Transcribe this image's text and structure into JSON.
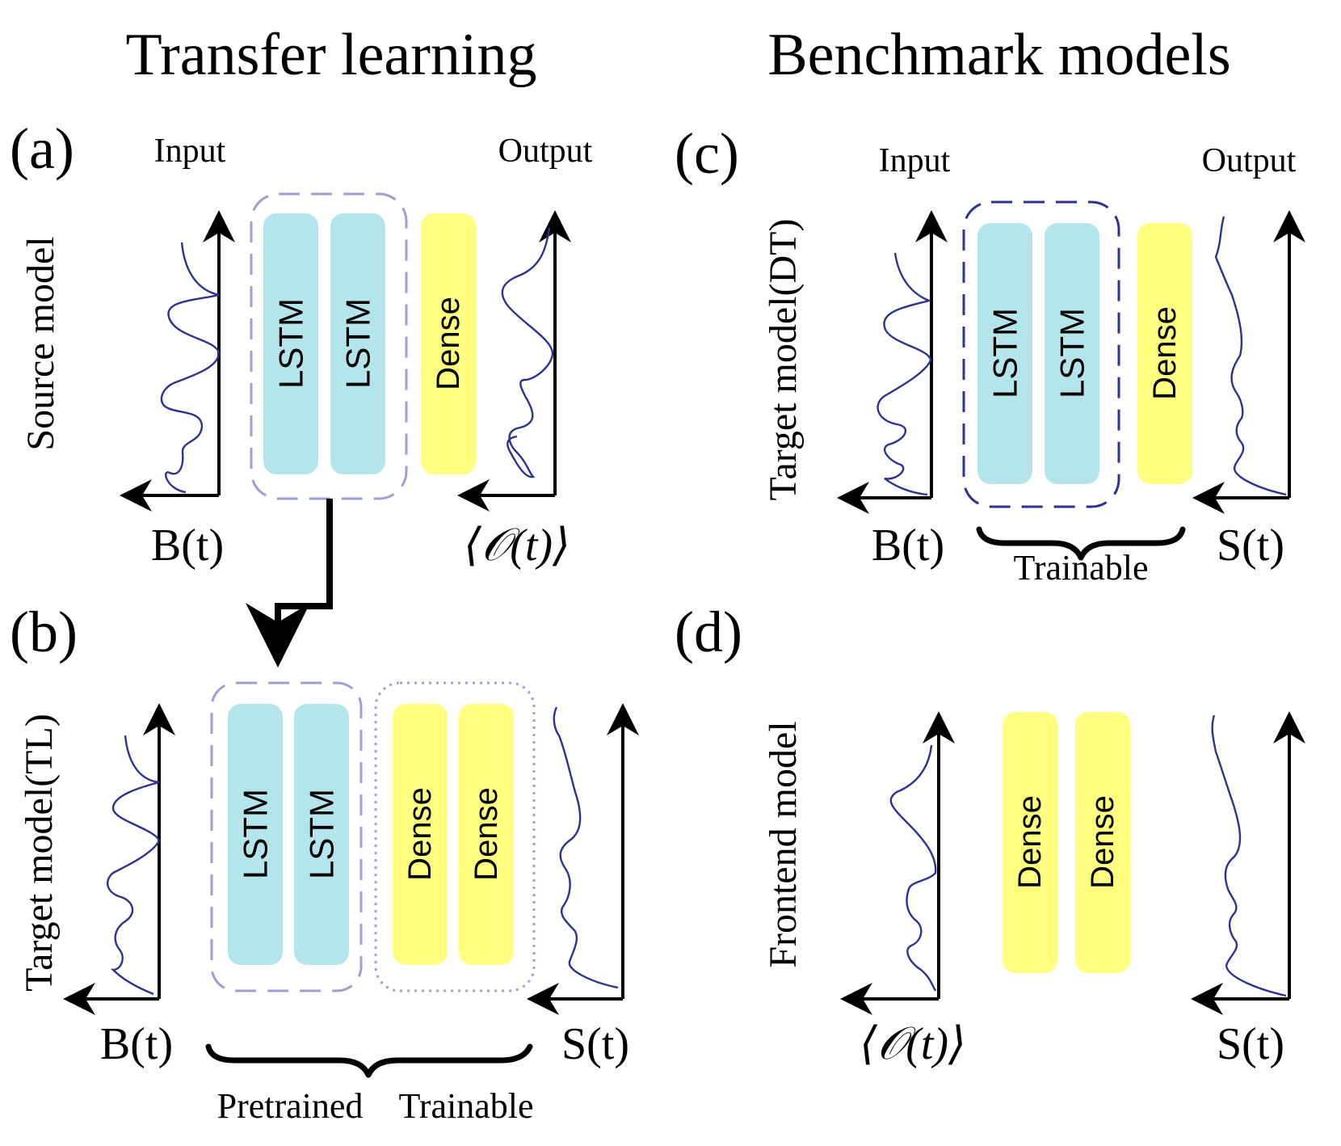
{
  "headers": {
    "left": "Transfer learning",
    "right": "Benchmark models"
  },
  "panels": {
    "a": {
      "tag": "(a)",
      "side_label": "Source model",
      "input_title": "Input",
      "output_title": "Output",
      "input_axis_label": "B(t)",
      "output_axis_label": "⟨𝒪(t)⟩",
      "blocks": [
        "LSTM",
        "LSTM",
        "Dense"
      ]
    },
    "b": {
      "tag": "(b)",
      "side_label": "Target model(TL)",
      "input_axis_label": "B(t)",
      "output_axis_label": "S(t)",
      "blocks": [
        "LSTM",
        "LSTM",
        "Dense",
        "Dense"
      ],
      "brace_labels": [
        "Pretrained",
        "Trainable"
      ]
    },
    "c": {
      "tag": "(c)",
      "side_label": "Target model(DT)",
      "input_title": "Input",
      "output_title": "Output",
      "input_axis_label": "B(t)",
      "output_axis_label": "S(t)",
      "blocks": [
        "LSTM",
        "LSTM",
        "Dense"
      ],
      "brace_label": "Trainable"
    },
    "d": {
      "tag": "(d)",
      "side_label": "Frontend model",
      "input_axis_label": "⟨𝒪(t)⟩",
      "output_axis_label": "S(t)",
      "blocks": [
        "Dense",
        "Dense"
      ]
    }
  },
  "colors": {
    "lstm": "#b3e5ea",
    "dense": "#ffff80",
    "curve": "#2e3192",
    "dash_light": "#9e9ed2",
    "dash_dark": "#2e3192"
  }
}
